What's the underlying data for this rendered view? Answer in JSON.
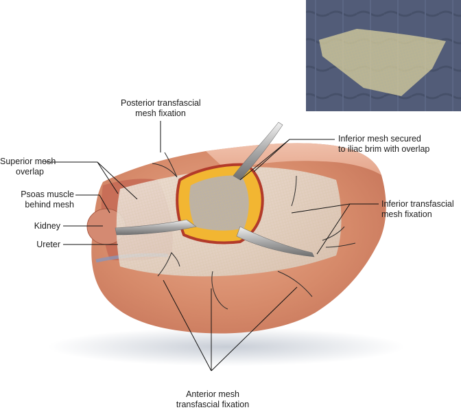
{
  "labels": {
    "posterior_fixation": {
      "line1": "Posterior transfascial",
      "line2": "mesh fixation"
    },
    "inferior_secured": {
      "line1": "Inferior mesh secured",
      "line2": "to iliac brim with overlap"
    },
    "superior_overlap": {
      "line1": "Superior mesh",
      "line2": "overlap"
    },
    "psoas": {
      "line1": "Psoas muscle",
      "line2": "behind mesh"
    },
    "kidney": "Kidney",
    "ureter": "Ureter",
    "inferior_fixation": {
      "line1": "Inferior transfascial",
      "line2": "mesh fixation"
    },
    "anterior_fixation": {
      "line1": "Anterior mesh",
      "line2": "transfascial fixation"
    }
  },
  "colors": {
    "tissue": "#d98f6f",
    "tissue_dark": "#b5634a",
    "fat": "#f2b632",
    "mesh": "#e6e0d6",
    "leader": "#111111",
    "photo_bg": "#4f5872",
    "photo_mesh": "#d8d0a0"
  }
}
